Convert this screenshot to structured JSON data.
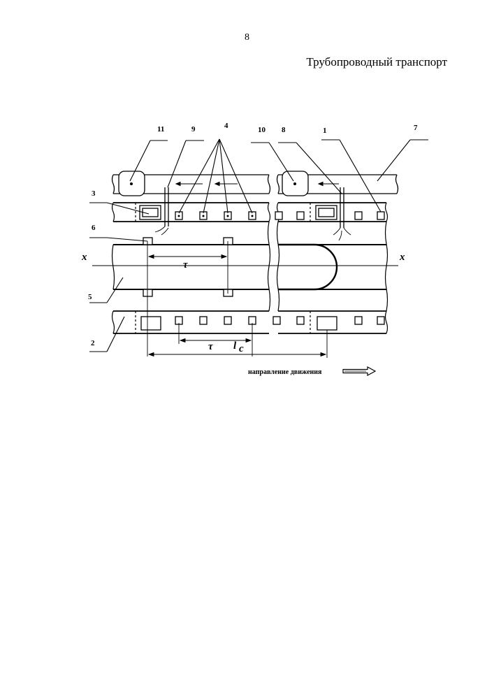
{
  "page": {
    "number": "8",
    "title": "Трубопроводный транспорт"
  },
  "figure": {
    "callouts": {
      "c11": "11",
      "c9": "9",
      "c4": "4",
      "c10": "10",
      "c8": "8",
      "c1": "1",
      "c7": "7",
      "c3": "3",
      "c6": "6",
      "c5": "5",
      "c2": "2"
    },
    "axis_left": "x",
    "axis_right": "x",
    "tau_upper": "τ",
    "tau_lower": "τ",
    "lc_main": "l",
    "lc_sub": "c",
    "direction_caption": "направление движения"
  }
}
